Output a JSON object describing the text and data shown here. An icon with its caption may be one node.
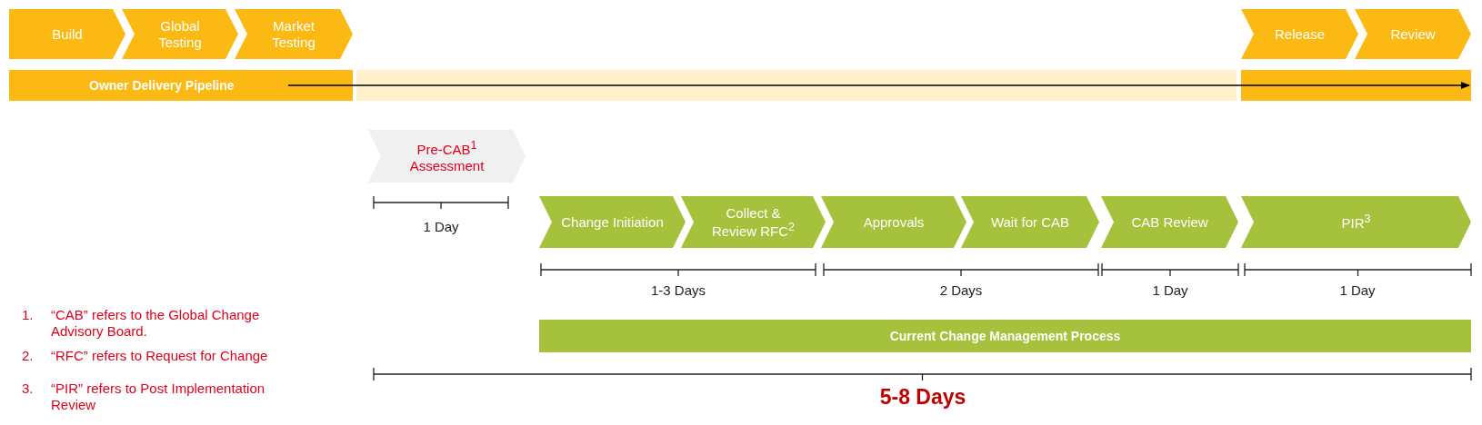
{
  "diagram": {
    "nodes": [
      {
        "text": [
          "Build"
        ]
      },
      {
        "text": [
          "Global Testing"
        ]
      },
      {
        "text": [
          "Market Testing"
        ]
      },
      {
        "text": [
          "Release"
        ]
      },
      {
        "text": [
          "Review"
        ]
      },
      {
        "text": [
          "Owner Delivery Pipeline"
        ]
      },
      {
        "text": [
          "Pre-CAB$^{1}$ Assessment"
        ]
      },
      {
        "text": [
          "Change Initiation"
        ]
      },
      {
        "text": [
          "Collect & Review RFC$^{2}$"
        ]
      },
      {
        "text": [
          "Approvals"
        ]
      },
      {
        "text": [
          "Wait for CAB"
        ]
      },
      {
        "text": [
          "CAB Review"
        ]
      },
      {
        "text": [
          "PIR$^{3}$"
        ]
      },
      {
        "text": [
          "Current Change Management Process"
        ]
      },
      {
        "text": [],
        "shape": "bar"
      }
    ],
    "edges": [
      {
        "from": 5,
        "to": 14,
        "arrow": "to"
      }
    ],
    "labels": [
      "1 Day",
      "1-3 Days",
      "2 Days",
      "1 Day",
      "1 Day",
      "5-8 Days",
      "1.",
      "“CAB” refers to the Global Change Advisory Board.",
      "2.",
      "“RFC” refers to Request for Change",
      "3.",
      "“PIR” refers to Post Implementation Review"
    ]
  }
}
